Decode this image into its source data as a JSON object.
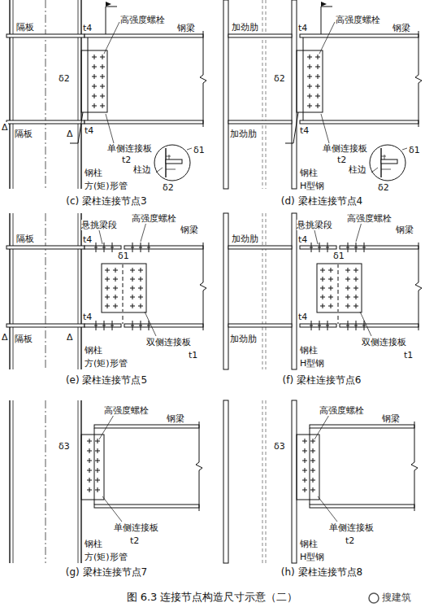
{
  "diagram": {
    "caption": "图 6.3 连接节点构造尺寸示意（二）",
    "labels": [
      "隔板",
      "高强度螺栓",
      "钢梁",
      "t4",
      "δ2",
      "t4",
      "单侧连接板",
      "t2",
      "Δ",
      "隔板",
      "Δ",
      "钢柱",
      "方(矩)形管",
      "δ1",
      "柱边",
      "δ2",
      "(c) 梁柱连接节点3",
      "加劲肋",
      "高强度螺栓",
      "钢梁",
      "t4",
      "δ2",
      "t4",
      "加劲肋",
      "单侧连接板",
      "t2",
      "钢柱",
      "H型钢",
      "δ1",
      "柱边",
      "δ2",
      "(d) 梁柱连接节点4",
      "隔板",
      "悬挑梁段",
      "高强度螺栓",
      "钢梁",
      "t4",
      "δ1",
      "t4",
      "Δ",
      "隔板",
      "Δ",
      "钢柱",
      "方(矩)形管",
      "双侧连接板",
      "t1",
      "(e) 梁柱连接节点5",
      "加劲肋",
      "悬挑梁段",
      "高强度螺栓",
      "钢梁",
      "t4",
      "δ1",
      "t4",
      "加劲肋",
      "钢柱",
      "H型钢",
      "双侧连接板",
      "t1",
      "(f) 梁柱连接节点6",
      "高强度螺栓",
      "钢梁",
      "δ3",
      "单侧连接板",
      "t2",
      "钢柱",
      "方(矩)形管",
      "(g) 梁柱连接节点7",
      "高强度螺栓",
      "钢梁",
      "δ3",
      "单侧连接板",
      "t2",
      "钢柱",
      "H型钢",
      "(h) 梁柱连接节点8",
      "搜建筑"
    ]
  }
}
